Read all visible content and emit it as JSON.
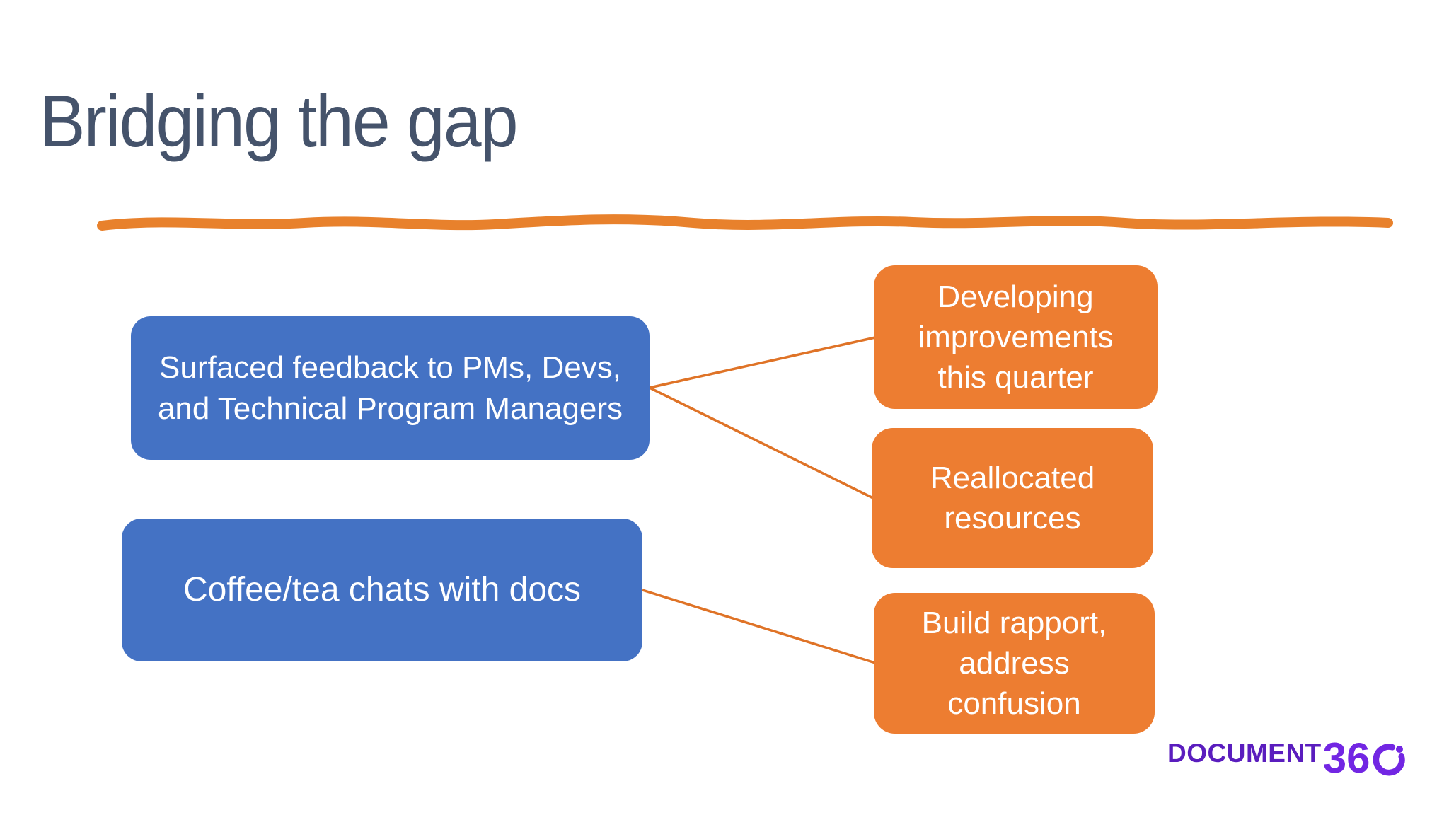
{
  "slide": {
    "title": "Bridging the gap"
  },
  "theme": {
    "background": "#FFFFFF",
    "title_color": "#45536B",
    "blue": "#4472C4",
    "orange": "#ED7D31",
    "divider_color": "#E8812C",
    "connector_color": "#DF7327",
    "text_on_shapes": "#FFFFFF",
    "logo_purple_dark": "#5A1DBE",
    "logo_purple": "#7226E3"
  },
  "diagram": {
    "left_boxes": [
      {
        "id": "surfaced-feedback",
        "label": "Surfaced feedback to PMs, Devs,\nand Technical Program Managers"
      },
      {
        "id": "coffee-tea-chats",
        "label": "Coffee/tea chats with docs"
      }
    ],
    "right_boxes": [
      {
        "id": "developing-improvements",
        "label": "Developing\nimprovements\nthis quarter"
      },
      {
        "id": "reallocated-resources",
        "label": "Reallocated\nresources"
      },
      {
        "id": "build-rapport",
        "label": "Build rapport,\naddress\nconfusion"
      }
    ],
    "connections": [
      {
        "from": "surfaced-feedback",
        "to": "developing-improvements"
      },
      {
        "from": "surfaced-feedback",
        "to": "reallocated-resources"
      },
      {
        "from": "coffee-tea-chats",
        "to": "build-rapport"
      }
    ]
  },
  "footer": {
    "logo_full": "DOCUMENT360",
    "logo_word": "DOCUMENT",
    "logo_number": "36",
    "logo_zero": "0"
  }
}
